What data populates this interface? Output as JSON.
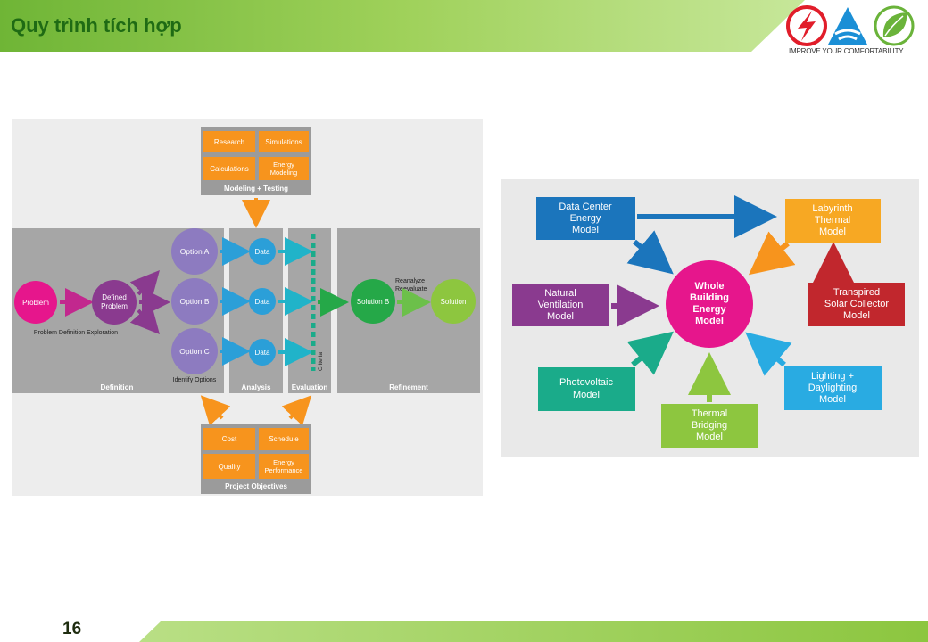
{
  "slide": {
    "title": "Quy trình tích hợp",
    "page_number": "16",
    "logo_tagline": "IMPROVE YOUR COMFORTABILITY"
  },
  "colors": {
    "header_green": "#8cc63f",
    "title_green": "#1f6b14",
    "orange": "#f7941d",
    "magenta": "#e6168c",
    "purple": "#8a3a8f",
    "lavender": "#8d7bc0",
    "blue": "#2b9fd8",
    "teal": "#1aab8a",
    "green": "#25a848",
    "lime": "#8dc63f",
    "red": "#c1272d",
    "dark_blue": "#1b75bc",
    "light_blue": "#29abe2"
  },
  "process": {
    "modeling_testing": {
      "title": "Modeling + Testing",
      "items": [
        "Research",
        "Simulations",
        "Calculations",
        "Energy Modeling"
      ]
    },
    "project_objectives": {
      "title": "Project Objectives",
      "items": [
        "Cost",
        "Schedule",
        "Quality",
        "Energy Performance"
      ]
    },
    "phases": [
      "Definition",
      "Analysis",
      "Evaluation",
      "Refinement"
    ],
    "problem": "Problem",
    "defined_problem": "Defined Problem",
    "problem_caption": "Problem Definition Exploration",
    "options": [
      "Option A",
      "Option B",
      "Option C"
    ],
    "options_caption": "Identify Options",
    "data": [
      "Data",
      "Data",
      "Data"
    ],
    "criteria": "Criteria",
    "solution_b": "Solution B",
    "reanalyze": "Reanalyze",
    "reevaluate": "Reevaluate",
    "solution": "Solution"
  },
  "energy_model": {
    "center": "Whole Building Energy Model",
    "nodes": {
      "data_center": "Data Center Energy Model",
      "labyrinth": "Labyrinth Thermal Model",
      "natural_ventilation": "Natural Ventilation Model",
      "transpired": "Transpired Solar Collector Model",
      "photovoltaic": "Photovoltaic Model",
      "thermal_bridging": "Thermal Bridging Model",
      "lighting": "Lighting + Daylighting Model"
    }
  }
}
